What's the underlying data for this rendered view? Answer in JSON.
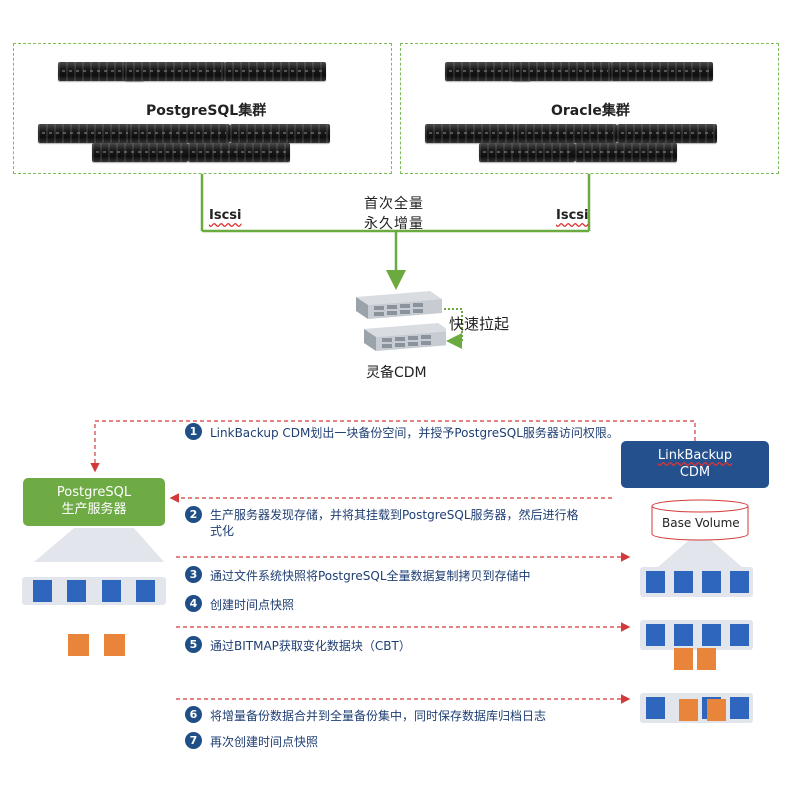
{
  "top": {
    "clusters": [
      {
        "name": "PostgreSQL集群"
      },
      {
        "name": "Oracle集群"
      }
    ],
    "iscsi_left": "Iscsi",
    "iscsi_right": "Iscsi",
    "mode_line1": "首次全量",
    "mode_line2": "永久增量",
    "quick_label": "快速拉起",
    "cdm_label": "灵备CDM"
  },
  "bottom": {
    "pg_server_line1": "PostgreSQL",
    "pg_server_line2": "生产服务器",
    "cdm_box_line1": "LinkBackup",
    "cdm_box_line2": "CDM",
    "base_volume": "Base Volume",
    "steps": [
      {
        "num": "1",
        "text": "LinkBackup CDM划出一块备份空间，并授予PostgreSQL服务器访问权限。"
      },
      {
        "num": "2",
        "text_line1": "生产服务器发现存储，并将其挂载到PostgreSQL服务器，然后进行格",
        "text_line2": "式化"
      },
      {
        "num": "3",
        "text": "通过文件系统快照将PostgreSQL全量数据复制拷贝到存储中"
      },
      {
        "num": "4",
        "text": "创建时间点快照"
      },
      {
        "num": "5",
        "text": "通过BITMAP获取变化数据块（CBT）"
      },
      {
        "num": "6",
        "text": "将增量备份数据合并到全量备份集中，同时保存数据库归档日志"
      },
      {
        "num": "7",
        "text": "再次创建时间点快照"
      }
    ]
  },
  "colors": {
    "green_line": "#6aaa3f",
    "dashed_red": "#d23a3a",
    "step_circle": "#1f4f86",
    "block_blue": "#2e65bd",
    "block_orange": "#e8853a",
    "pg_server_fill": "#6fab45",
    "cdm_box_fill": "#24508e"
  }
}
